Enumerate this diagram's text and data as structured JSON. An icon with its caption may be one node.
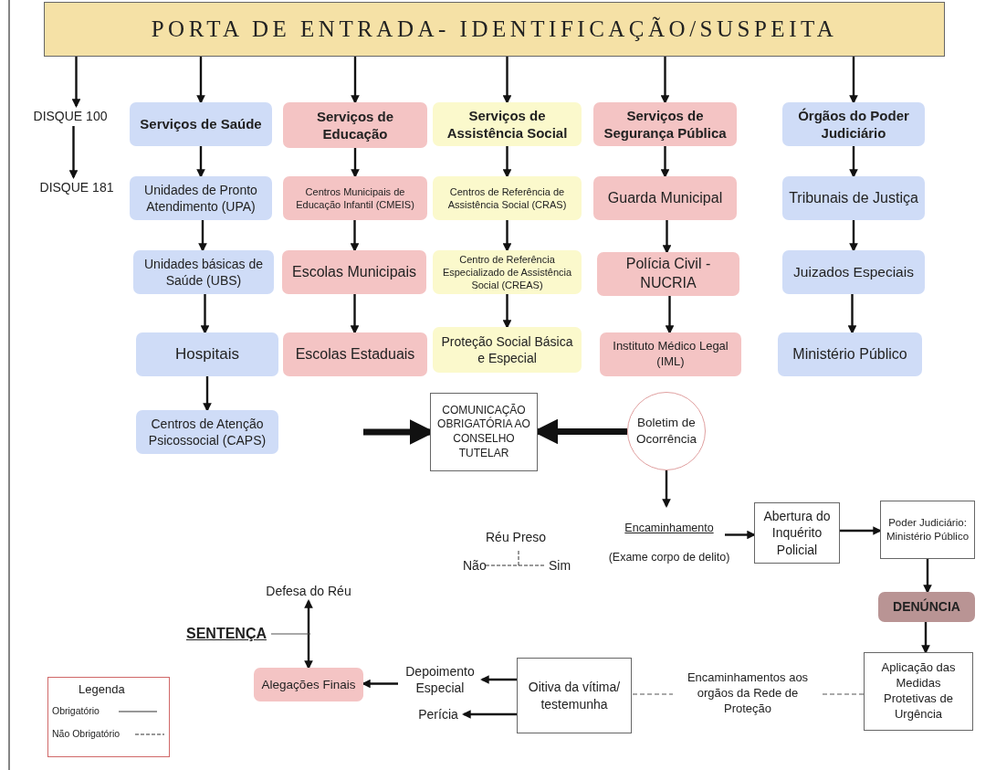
{
  "diagram": {
    "nodes": [
      {
        "text": [
          "PORTA DE ENTRADA- IDENTIFICAÇÃO/SUSPEITA"
        ]
      },
      {
        "text": [
          "DISQUE 100"
        ]
      },
      {
        "text": [
          "DISQUE 181"
        ]
      },
      {
        "text": [
          "Serviços de Saúde"
        ]
      },
      {
        "text": [
          "Unidades de Pronto Atendimento (UPA)"
        ]
      },
      {
        "text": [
          "Unidades básicas de Saúde (UBS)"
        ]
      },
      {
        "text": [
          "Hospitais"
        ]
      },
      {
        "text": [
          "Centros de Atenção Psicossocial (CAPS)"
        ]
      },
      {
        "text": [
          "Serviços de Educação"
        ]
      },
      {
        "text": [
          "Centros Municipais de Educação Infantil (CMEIS)"
        ]
      },
      {
        "text": [
          "Escolas Municipais"
        ]
      },
      {
        "text": [
          "Escolas Estaduais"
        ]
      },
      {
        "text": [
          "Serviços de Assistência Social"
        ]
      },
      {
        "text": [
          "Centros de Referência de Assistência Social (CRAS)"
        ]
      },
      {
        "text": [
          "Centro de Referência Especializado de Assistência Social (CREAS)"
        ]
      },
      {
        "text": [
          "Proteção Social Básica e Especial"
        ]
      },
      {
        "text": [
          "Serviços de Segurança Pública"
        ]
      },
      {
        "text": [
          "Guarda Municipal"
        ]
      },
      {
        "text": [
          "Polícia Civil - NUCRIA"
        ]
      },
      {
        "text": [
          "Instituto Médico Legal (IML)"
        ]
      },
      {
        "text": [
          "Órgãos do Poder Judiciário"
        ]
      },
      {
        "text": [
          "Tribunais de Justiça"
        ]
      },
      {
        "text": [
          "Juizados Especiais"
        ]
      },
      {
        "text": [
          "Ministério Público"
        ]
      },
      {
        "text": [
          "COMUNICAÇÃO OBRIGATÓRIA AO CONSELHO TUTELAR"
        ]
      },
      {
        "text": [
          "Boletim de Ocorrência"
        ]
      },
      {
        "text": [
          "Encaminhamento",
          "(Exame corpo de delito)"
        ]
      },
      {
        "text": [
          "Abertura do Inquérito Policial"
        ]
      },
      {
        "text": [
          "Poder Judiciário: Ministério Público"
        ]
      },
      {
        "text": [
          "DENÚNCIA"
        ]
      },
      {
        "text": [
          "Aplicação das Medidas Protetivas de Urgência"
        ]
      },
      {
        "text": [
          "Oitiva da vítima/ testemunha"
        ]
      },
      {
        "text": [
          "Depoimento Especial"
        ]
      },
      {
        "text": [
          "Perícia"
        ]
      },
      {
        "text": [
          "Alegações Finais"
        ]
      },
      {
        "text": [
          "Defesa do Réu"
        ]
      },
      {
        "text": [
          "SENTENÇA"
        ]
      }
    ],
    "edges": [
      {
        "from": 0,
        "to": 1,
        "arrow": "to"
      },
      {
        "from": 1,
        "to": 2,
        "arrow": "to"
      },
      {
        "from": 0,
        "to": 3,
        "arrow": "to"
      },
      {
        "from": 3,
        "to": 4,
        "arrow": "to"
      },
      {
        "from": 4,
        "to": 5,
        "arrow": "to"
      },
      {
        "from": 5,
        "to": 6,
        "arrow": "to"
      },
      {
        "from": 6,
        "to": 7,
        "arrow": "to"
      },
      {
        "from": 0,
        "to": 8,
        "arrow": "to"
      },
      {
        "from": 8,
        "to": 9,
        "arrow": "to"
      },
      {
        "from": 9,
        "to": 10,
        "arrow": "to"
      },
      {
        "from": 10,
        "to": 11,
        "arrow": "to"
      },
      {
        "from": 0,
        "to": 12,
        "arrow": "to"
      },
      {
        "from": 12,
        "to": 13,
        "arrow": "to"
      },
      {
        "from": 13,
        "to": 14,
        "arrow": "to"
      },
      {
        "from": 14,
        "to": 15,
        "arrow": "to"
      },
      {
        "from": 0,
        "to": 16,
        "arrow": "to"
      },
      {
        "from": 16,
        "to": 17,
        "arrow": "to"
      },
      {
        "from": 17,
        "to": 18,
        "arrow": "to"
      },
      {
        "from": 18,
        "to": 19,
        "arrow": "to"
      },
      {
        "from": 0,
        "to": 20,
        "arrow": "to"
      },
      {
        "from": 20,
        "to": 21,
        "arrow": "to"
      },
      {
        "from": 21,
        "to": 22,
        "arrow": "to"
      },
      {
        "from": 22,
        "to": 23,
        "arrow": "to"
      },
      {
        "from": null,
        "to": 24,
        "arrow": "to",
        "style": "thick"
      },
      {
        "from": 25,
        "to": 24,
        "arrow": "to",
        "style": "thick"
      },
      {
        "from": 25,
        "to": 26,
        "arrow": "to"
      },
      {
        "from": 26,
        "to": 27,
        "arrow": "to"
      },
      {
        "from": 27,
        "to": 28,
        "arrow": "to"
      },
      {
        "from": 28,
        "to": 29,
        "arrow": "to"
      },
      {
        "from": 29,
        "to": 30,
        "arrow": "to"
      },
      {
        "from": 30,
        "to": 31,
        "arrow": "none",
        "style": "dashed",
        "label": "Encaminhamentos aos orgãos da Rede de Proteção",
        "color": "#555555"
      },
      {
        "from": 31,
        "to": 32,
        "arrow": "to"
      },
      {
        "from": 31,
        "to": 33,
        "arrow": "to"
      },
      {
        "from": 32,
        "to": 34,
        "arrow": "to"
      },
      {
        "from": 34,
        "to": 35,
        "arrow": "both"
      },
      {
        "from": 36,
        "to": null,
        "arrow": "none",
        "color": "#555555"
      }
    ],
    "labels": [
      "Réu Preso",
      "Não",
      "Sim",
      "Legenda"
    ],
    "legend": [
      {
        "text": "Obrigatório"
      },
      {
        "text": "Não Obrigatório"
      }
    ]
  }
}
